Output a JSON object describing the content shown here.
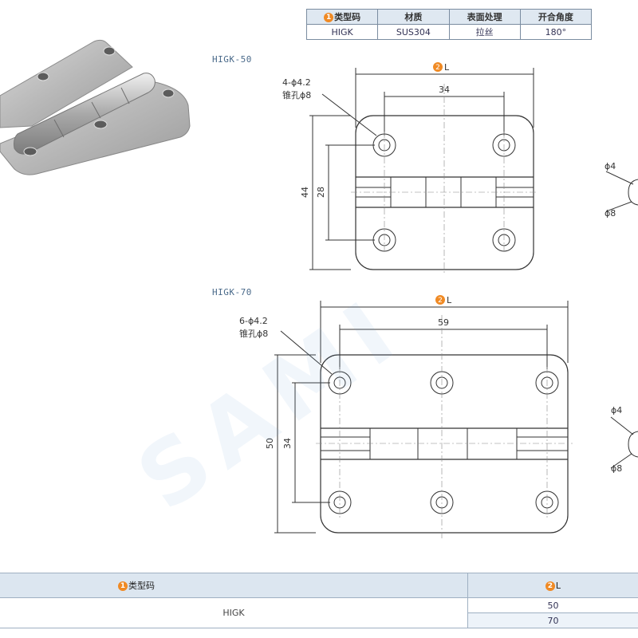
{
  "spec_table": {
    "headers": [
      {
        "badge": "1",
        "label": "类型码"
      },
      {
        "badge": "",
        "label": "材质"
      },
      {
        "badge": "",
        "label": "表面处理"
      },
      {
        "badge": "",
        "label": "开合角度"
      }
    ],
    "row": [
      "HIGK",
      "SUS304",
      "拉丝",
      "180°"
    ]
  },
  "drawing_50": {
    "model": "HIGK-50",
    "hole_note_line1": "4-ϕ4.2",
    "hole_note_line2": "锥孔ϕ8",
    "length_badge": "2",
    "length_label": "L",
    "dim_width": "34",
    "dim_height_outer": "44",
    "dim_height_inner": "28",
    "side_dim_top": "ϕ4",
    "side_dim_bottom": "ϕ8"
  },
  "drawing_70": {
    "model": "HIGK-70",
    "hole_note_line1": "6-ϕ4.2",
    "hole_note_line2": "锥孔ϕ8",
    "length_badge": "2",
    "length_label": "L",
    "dim_width": "59",
    "dim_height_outer": "50",
    "dim_height_inner": "34",
    "side_dim_top": "ϕ4",
    "side_dim_bottom": "ϕ8"
  },
  "bottom_table": {
    "header_code": {
      "badge": "1",
      "label": "类型码"
    },
    "header_length": {
      "badge": "2",
      "label": "L"
    },
    "code": "HIGK",
    "lengths": [
      "50",
      "70"
    ]
  },
  "watermark": "SAMI"
}
